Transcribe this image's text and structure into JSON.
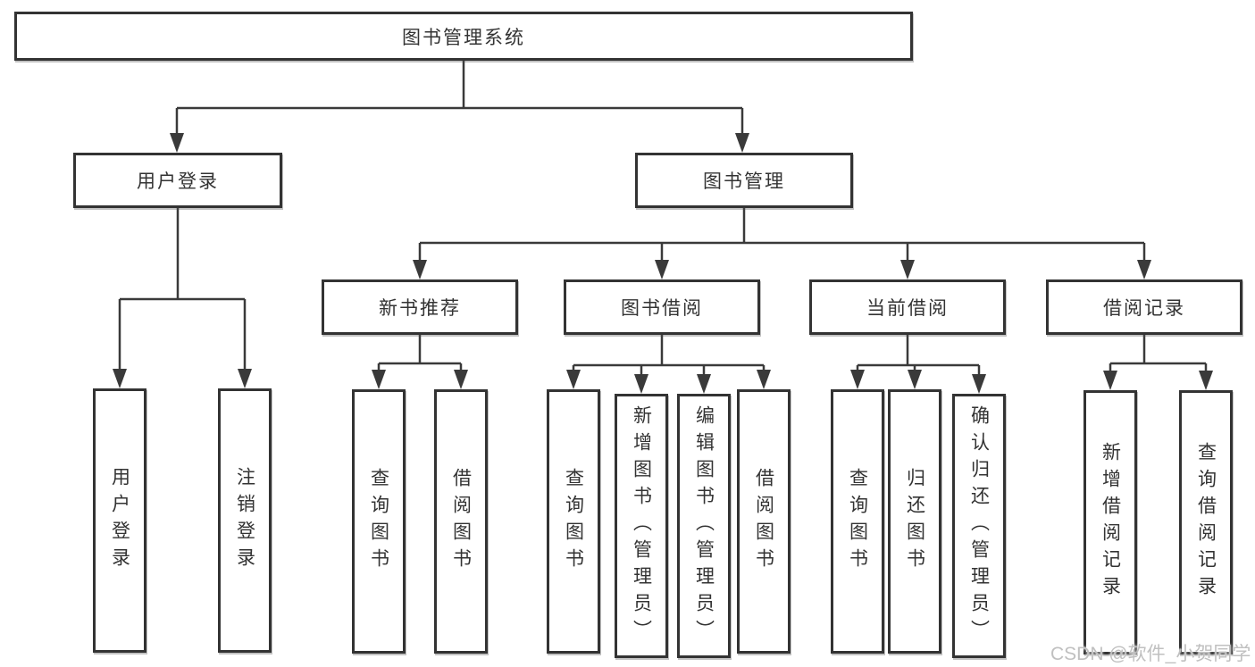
{
  "diagram": {
    "root": "图书管理系统",
    "branches": [
      {
        "label": "用户登录",
        "leaves": [
          "用户登录",
          "注销登录"
        ]
      },
      {
        "label": "图书管理",
        "groups": [
          {
            "label": "新书推荐",
            "leaves": [
              "查询图书",
              "借阅图书"
            ]
          },
          {
            "label": "图书借阅",
            "leaves": [
              "查询图书",
              "新增图书（管理员）",
              "编辑图书（管理员）",
              "借阅图书"
            ]
          },
          {
            "label": "当前借阅",
            "leaves": [
              "查询图书",
              "归还图书",
              "确认归还（管理员）"
            ]
          },
          {
            "label": "借阅记录",
            "leaves": [
              "新增借阅记录",
              "查询借阅记录"
            ]
          }
        ]
      }
    ]
  },
  "watermark": "CSDN @软件_小贺同学",
  "colors": {
    "line": "#3a3a3a",
    "border": "#333333",
    "text": "#333333",
    "watermark": "#c0c0c0",
    "background": "#ffffff"
  }
}
